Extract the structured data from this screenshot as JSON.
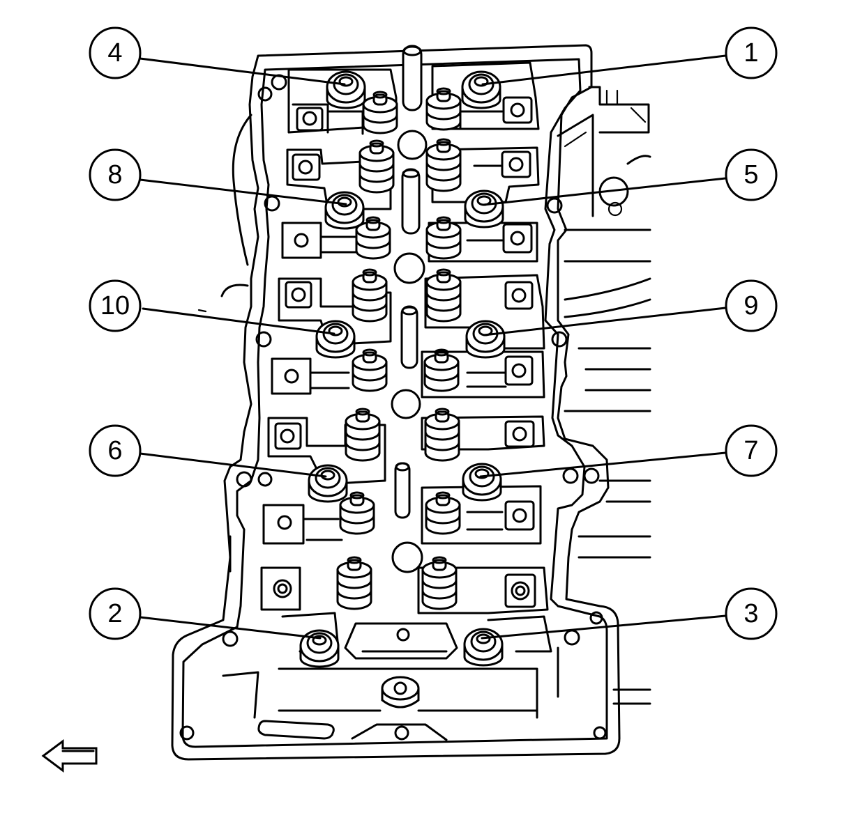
{
  "callouts": [
    {
      "label": "1"
    },
    {
      "label": "2"
    },
    {
      "label": "3"
    },
    {
      "label": "4"
    },
    {
      "label": "5"
    },
    {
      "label": "6"
    },
    {
      "label": "7"
    },
    {
      "label": "8"
    },
    {
      "label": "9"
    },
    {
      "label": "10"
    }
  ],
  "direction_arrow_icon": "left-arrow-icon"
}
